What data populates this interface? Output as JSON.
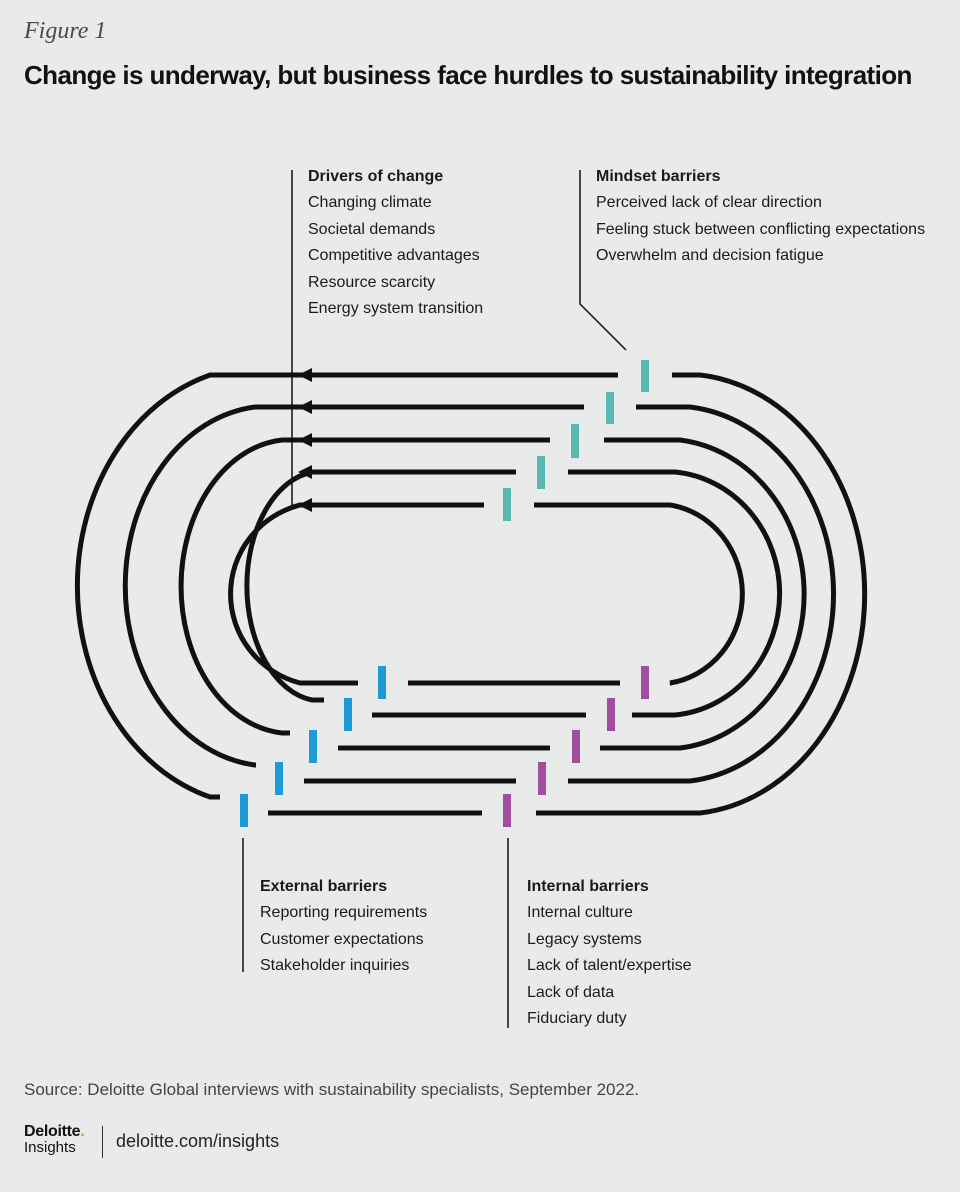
{
  "figure_label": "Figure 1",
  "title": "Change is underway, but business face hurdles to sustainability integration",
  "colors": {
    "background": "#e9eaea",
    "track": "#111111",
    "mindset_barrier": "#5bb8b0",
    "internal_barrier": "#a04e9e",
    "external_barrier": "#1f9ad6"
  },
  "drivers": {
    "heading": "Drivers of change",
    "items": [
      "Changing climate",
      "Societal demands",
      "Competitive advantages",
      "Resource scarcity",
      "Energy system transition"
    ]
  },
  "mindset": {
    "heading": "Mindset barriers",
    "items": [
      "Perceived lack of clear direction",
      "Feeling stuck between conflicting expectations",
      "Overwhelm and decision fatigue"
    ]
  },
  "external": {
    "heading": "External barriers",
    "items": [
      "Reporting requirements",
      "Customer expectations",
      "Stakeholder inquiries"
    ]
  },
  "internal": {
    "heading": "Internal barriers",
    "items": [
      "Internal culture",
      "Legacy systems",
      "Lack of talent/expertise",
      "Lack of data",
      "Fiduciary duty"
    ]
  },
  "source": "Source: Deloitte Global interviews with sustainability specialists, September 2022.",
  "footer": {
    "brand": "Deloitte",
    "brand_dot": ".",
    "brand_sub": "Insights",
    "url": "deloitte.com/insights"
  }
}
